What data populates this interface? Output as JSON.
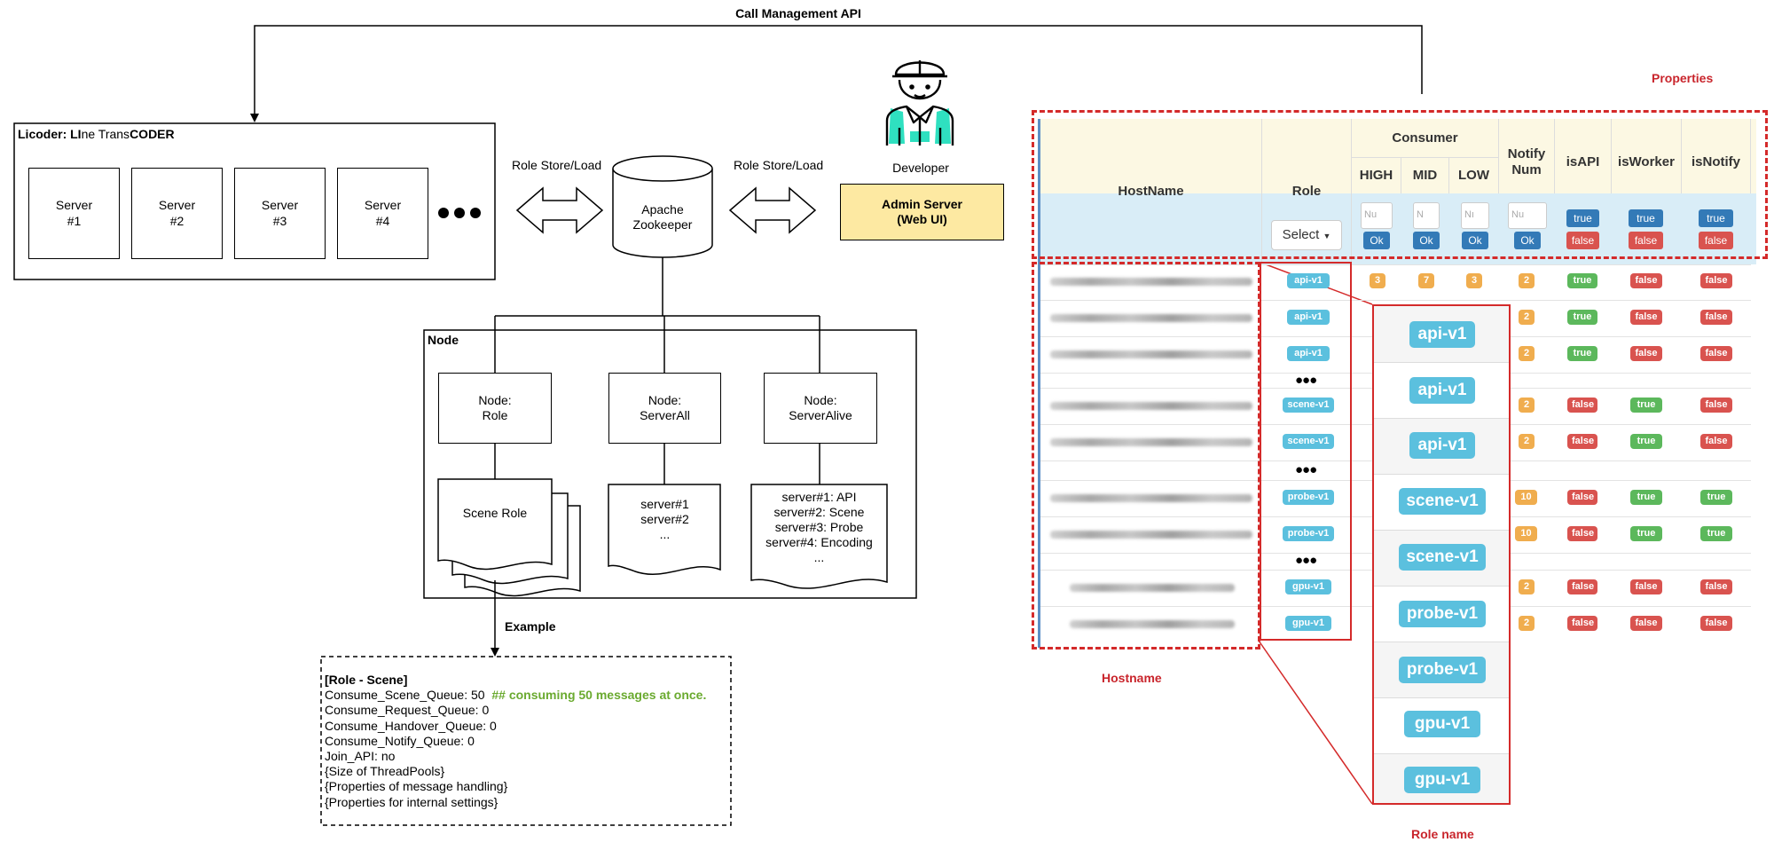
{
  "title": "Call Management API",
  "licoder": {
    "title_parts": [
      "Licoder: ",
      "LI",
      "ne Trans",
      "CODER"
    ],
    "servers": [
      "Server\n#1",
      "Server\n#2",
      "Server\n#3",
      "Server\n#4"
    ]
  },
  "arrows": {
    "store_left": "Role Store/Load",
    "store_right": "Role Store/Load"
  },
  "zookeeper": "Apache\nZookeeper",
  "developer": {
    "label": "Developer",
    "admin_line1": "Admin Server",
    "admin_line2": "(Web UI)"
  },
  "node": {
    "title": "Node",
    "role": "Node:\nRole",
    "server_all": "Node:\nServerAll",
    "server_alive": "Node:\nServerAlive",
    "scene_role": "Scene Role",
    "server_all_doc": "server#1\nserver#2\n...",
    "server_alive_doc": "server#1: API\nserver#2: Scene\nserver#3: Probe\nserver#4: Encoding\n..."
  },
  "example": {
    "label": "Example",
    "heading": "[Role - Scene]",
    "line1": "Consume_Scene_Queue: 50",
    "line1_comment": "## consuming 50 messages at once.",
    "lines": [
      "Consume_Request_Queue: 0",
      "Consume_Handover_Queue: 0",
      "Consume_Notify_Queue: 0",
      "Join_API: no",
      "{Size of ThreadPools}",
      "{Properties of message handling}",
      "{Properties for internal settings}"
    ]
  },
  "table": {
    "headers": {
      "hostname": "HostName",
      "role": "Role",
      "consumer": "Consumer",
      "high": "HIGH",
      "mid": "MID",
      "low": "LOW",
      "notify": "Notify\nNum",
      "isapi": "isAPI",
      "isworker": "isWorker",
      "isnotify": "isNotify"
    },
    "controls": {
      "select": "Select",
      "ph_high": "Nu",
      "ph_mid": "N",
      "ph_low": "Nı",
      "ph_notify": "Nu",
      "ok": "Ok",
      "true": "true",
      "false": "false"
    },
    "rows": [
      {
        "role": "api-v1",
        "high": "3",
        "mid": "7",
        "low": "3",
        "notify": "2",
        "isapi": "true",
        "isworker": "false",
        "isnotify": "false"
      },
      {
        "role": "api-v1",
        "notify": "2",
        "isapi": "true",
        "isworker": "false",
        "isnotify": "false"
      },
      {
        "role": "api-v1",
        "notify": "2",
        "isapi": "true",
        "isworker": "false",
        "isnotify": "false"
      },
      {
        "role": "scene-v1",
        "notify": "2",
        "isapi": "false",
        "isworker": "true",
        "isnotify": "false"
      },
      {
        "role": "scene-v1",
        "notify": "2",
        "isapi": "false",
        "isworker": "true",
        "isnotify": "false"
      },
      {
        "role": "probe-v1",
        "notify": "10",
        "isapi": "false",
        "isworker": "true",
        "isnotify": "true"
      },
      {
        "role": "probe-v1",
        "notify": "10",
        "isapi": "false",
        "isworker": "true",
        "isnotify": "true"
      },
      {
        "role": "gpu-v1",
        "notify": "2",
        "isapi": "false",
        "isworker": "false",
        "isnotify": "false"
      },
      {
        "role": "gpu-v1",
        "notify": "2",
        "isapi": "false",
        "isworker": "false",
        "isnotify": "false"
      }
    ],
    "zoom_roles": [
      "api-v1",
      "api-v1",
      "api-v1",
      "scene-v1",
      "scene-v1",
      "probe-v1",
      "probe-v1",
      "gpu-v1",
      "gpu-v1"
    ]
  },
  "callouts": {
    "properties": "Properties",
    "hostname": "Hostname",
    "role_name": "Role name"
  },
  "colors": {
    "accent_red": "#c9252c",
    "admin_fill": "#fde9a2",
    "comment_green": "#6aaa2f"
  }
}
